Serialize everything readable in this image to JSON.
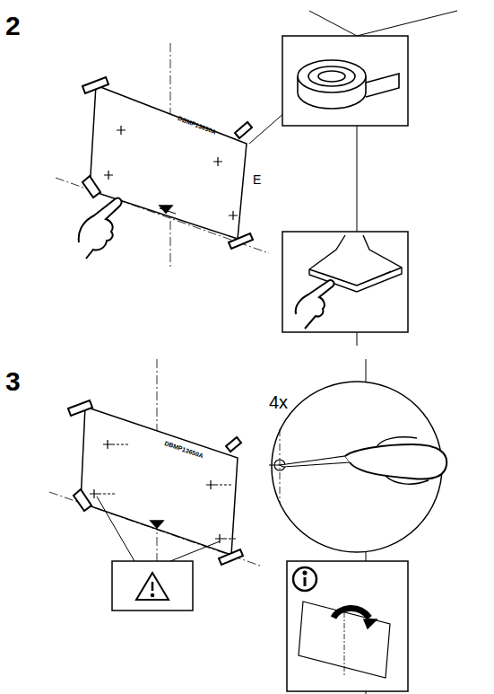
{
  "diagram": {
    "labels": [
      "2",
      "E",
      "DBMP13650A",
      "3",
      "4x",
      "DBMP13650A"
    ]
  }
}
